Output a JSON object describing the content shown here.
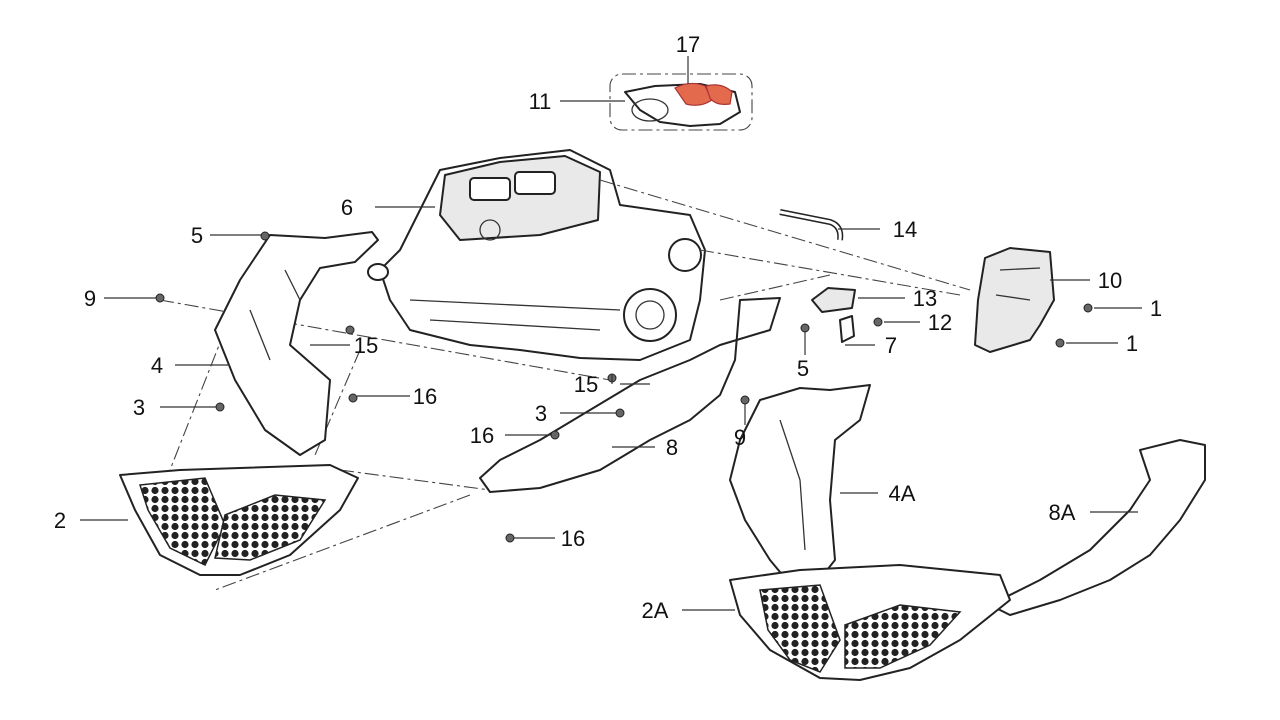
{
  "colors": {
    "background": "#ffffff",
    "line": "#222222",
    "highlight": "#e46a4e"
  },
  "callouts": [
    {
      "id": "17",
      "label": "17"
    },
    {
      "id": "11",
      "label": "11"
    },
    {
      "id": "6",
      "label": "6"
    },
    {
      "id": "14",
      "label": "14"
    },
    {
      "id": "5a",
      "label": "5"
    },
    {
      "id": "10",
      "label": "10"
    },
    {
      "id": "9a",
      "label": "9"
    },
    {
      "id": "13",
      "label": "13"
    },
    {
      "id": "1a",
      "label": "1"
    },
    {
      "id": "12",
      "label": "12"
    },
    {
      "id": "15a",
      "label": "15"
    },
    {
      "id": "1b",
      "label": "1"
    },
    {
      "id": "7",
      "label": "7"
    },
    {
      "id": "4",
      "label": "4"
    },
    {
      "id": "5b",
      "label": "5"
    },
    {
      "id": "15b",
      "label": "15"
    },
    {
      "id": "3a",
      "label": "3"
    },
    {
      "id": "16a",
      "label": "16"
    },
    {
      "id": "3b",
      "label": "3"
    },
    {
      "id": "9b",
      "label": "9"
    },
    {
      "id": "16b",
      "label": "16"
    },
    {
      "id": "8",
      "label": "8"
    },
    {
      "id": "4A",
      "label": "4A"
    },
    {
      "id": "2",
      "label": "2"
    },
    {
      "id": "8A",
      "label": "8A"
    },
    {
      "id": "16c",
      "label": "16"
    },
    {
      "id": "2A",
      "label": "2A"
    }
  ]
}
